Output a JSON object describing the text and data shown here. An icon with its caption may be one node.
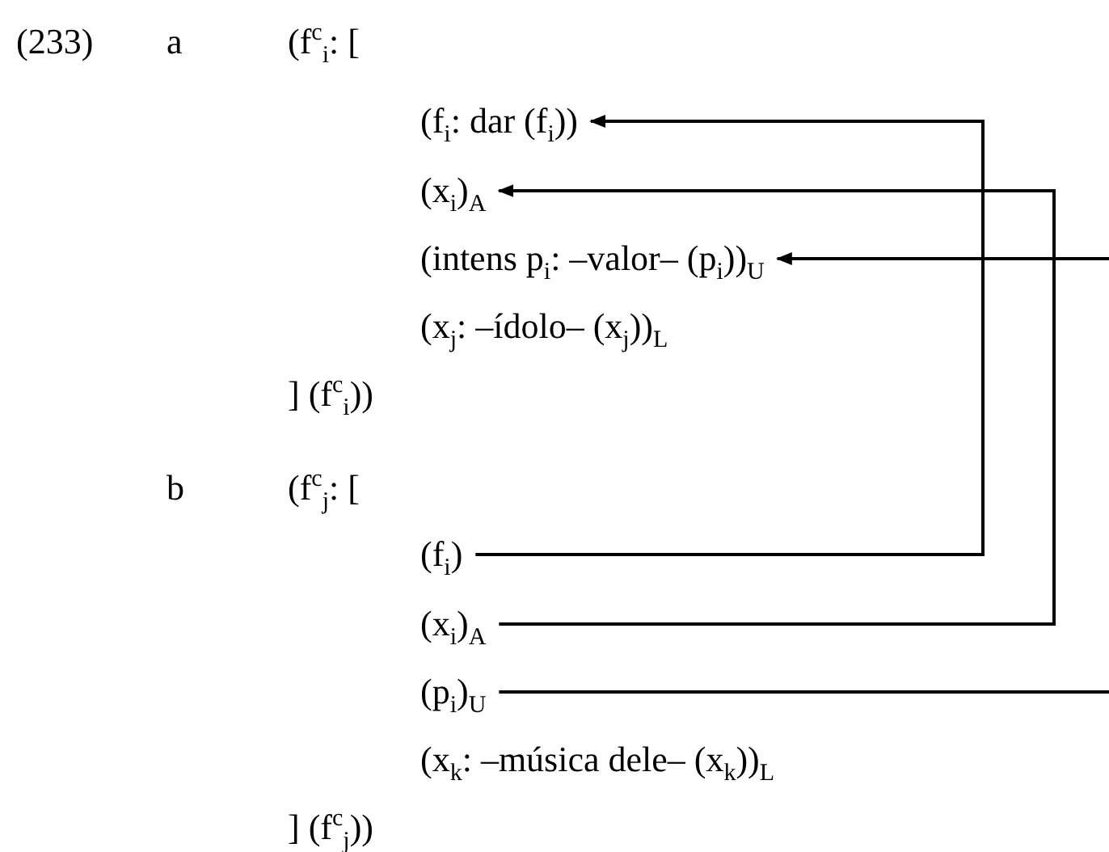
{
  "diagram": {
    "nodes": [
      {
        "text": [
          "(f$_{i}$: dar (f$_{i}$))"
        ]
      },
      {
        "text": [
          "(x$_{i}$)$_{A}$"
        ]
      },
      {
        "text": [
          "(intens p$_{i}$: –valor– (p$_{i}$))$_{U}$"
        ]
      },
      {
        "text": [
          "(f$_{i}$)"
        ]
      },
      {
        "text": [
          "(x$_{i}$)$_{A}$"
        ]
      },
      {
        "text": [
          "(p$_{i}$)$_{U}$"
        ]
      }
    ],
    "edges": [
      {
        "from": 3,
        "to": 0,
        "arrow": "to"
      },
      {
        "from": 4,
        "to": 1,
        "arrow": "to"
      },
      {
        "from": null,
        "to": 2,
        "arrow": "to"
      },
      {
        "from": 5,
        "to": null,
        "arrow": "none"
      }
    ],
    "labels": [
      "(233)",
      "a",
      "(f$^{c}$$_{i}$: [",
      "(x$_{j}$: –ídolo– (x$_{j}$))$_{L}$",
      "] (f$^{c}$$_{i}$))",
      "b",
      "(f$^{c}$$_{j}$: [",
      "(x$_{k}$: –música dele– (x$_{k}$))$_{L}$",
      "] (f$^{c}$$_{j}$))"
    ]
  }
}
